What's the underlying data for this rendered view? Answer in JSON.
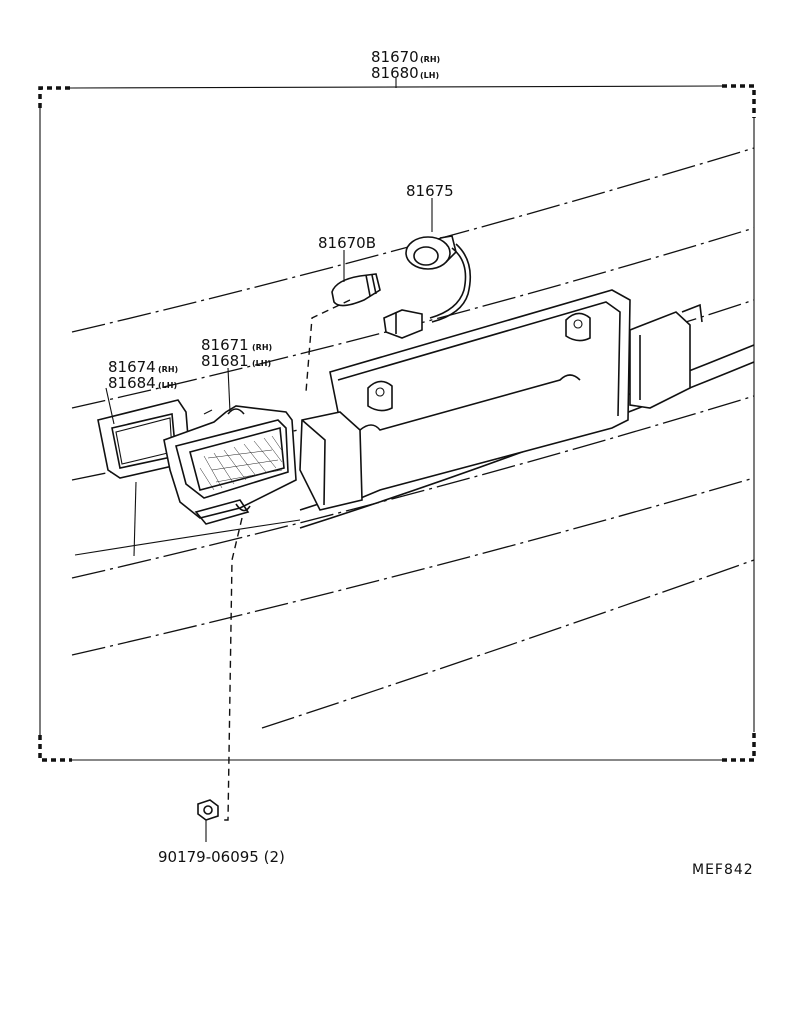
{
  "diagram": {
    "labels": {
      "assembly_rh": {
        "num": "81670",
        "side": "(RH)"
      },
      "assembly_lh": {
        "num": "81680",
        "side": "(LH)"
      },
      "socket": "81675",
      "bulb": "81670B",
      "lens_rh": {
        "num": "81671",
        "side": "(RH)"
      },
      "lens_lh": {
        "num": "81681",
        "side": "(LH)"
      },
      "gasket_rh": {
        "num": "81674",
        "side": "(RH)"
      },
      "gasket_lh": {
        "num": "81684",
        "side": "(LH)"
      },
      "nut": "90179-06095 (2)",
      "figure_code": "MEF842"
    }
  }
}
